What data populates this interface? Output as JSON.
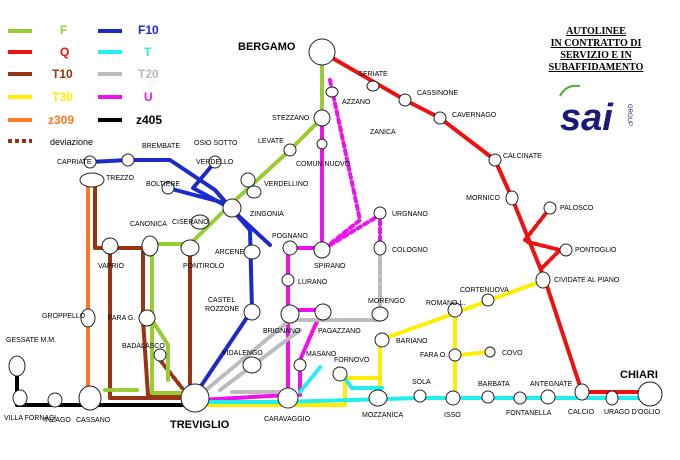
{
  "title_lines": [
    "AUTOLINEE",
    "IN CONTRATTO DI",
    "SERVIZIO E IN",
    "SUBAFFIDAMENTO"
  ],
  "logo": {
    "text": "sai",
    "sub": "GROUP"
  },
  "legend": [
    {
      "label": "F",
      "color": "#99cc33"
    },
    {
      "label": "Q",
      "color": "#ee1111"
    },
    {
      "label": "T10",
      "color": "#993311"
    },
    {
      "label": "T30",
      "color": "#ffee00"
    },
    {
      "label": "z309",
      "color": "#ff7722"
    },
    {
      "label": "deviazione",
      "color": "#993311",
      "dashed": true
    },
    {
      "label": "F10",
      "color": "#1a2acc"
    },
    {
      "label": "T",
      "color": "#22eeee"
    },
    {
      "label": "T20",
      "color": "#bbbbbb"
    },
    {
      "label": "U",
      "color": "#ee11ee"
    },
    {
      "label": "z405",
      "color": "#000000"
    }
  ],
  "stations": {
    "bergamo": "BERGAMO",
    "seriate": "SERIATE",
    "cassinone": "CASSINONE",
    "cavernago": "CAVERNAGO",
    "calcinate": "CALCINATE",
    "mornico": "MORNICO",
    "palosco": "PALOSCO",
    "pontoglio": "PONTOGLIO",
    "cividate": "CIVIDATE AL PIANO",
    "chiari": "CHIARI",
    "azzano": "AZZANO",
    "zanica": "ZANICA",
    "urgnano": "URGNANO",
    "cologno": "COLOGNO",
    "stezzano": "STEZZANO",
    "comun_nuovo": "COMUN NUOVO",
    "levate": "LEVATE",
    "osio_sotto": "OSIO SOTTO",
    "verdello": "VERDELLO",
    "verdellino": "VERDELLINO",
    "zingonia": "ZINGONIA",
    "brembate": "BREMBATE",
    "boltiere": "BOLTIERE",
    "capriate": "CAPRIATE",
    "trezzo": "TREZZO",
    "canonica": "CANONICA",
    "ciserano": "CISERANO",
    "arcene": "ARCENE",
    "vaprio": "VAPRIO",
    "pontirolo": "PONTIROLO",
    "pognano": "POGNANO",
    "spirano": "SPIRANO",
    "lurano": "LURANO",
    "castel_rozzone": "CASTEL ROZZONE",
    "brignano": "BRIGNANO",
    "pagazzano": "PAGAZZANO",
    "morengo": "MORENGO",
    "bariano": "BARIANO",
    "romano": "ROMANO L.",
    "cortenuova": "CORTENUOVA",
    "fara_o": "FARA O.",
    "covo": "COVO",
    "groppello": "GROPPELLO",
    "fara_g": "FARA G.",
    "badalasco": "BADALASCO",
    "gessate": "GESSATE M.M.",
    "villa_fornaci": "VILLA FORNACI",
    "inzago": "INZAGO",
    "cassano": "CASSANO",
    "treviglio": "TREVIGLIO",
    "vidalengo": "VIDALENGO",
    "masano": "MASANO",
    "fornovo": "FORNOVO",
    "caravaggio": "CARAVAGGIO",
    "mozzanica": "MOZZANICA",
    "sola": "SOLA",
    "isso": "ISSO",
    "barbata": "BARBATA",
    "fontanella": "FONTANELLA",
    "antegnate": "ANTEGNATE",
    "calcio": "CALCIO",
    "urago": "URAGO D'OGLIO"
  }
}
